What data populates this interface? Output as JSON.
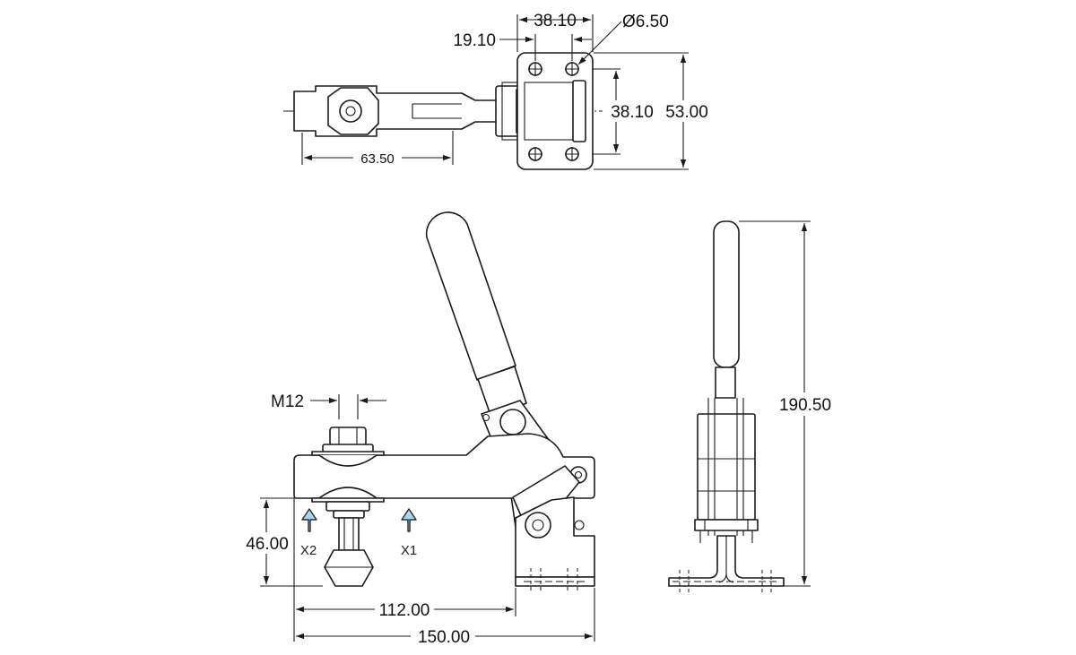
{
  "dimensions": {
    "top_width_38_10": "38.10",
    "top_offset_19_10": "19.10",
    "hole_diameter": "Ø6.50",
    "hole_spacing_38_10": "38.10",
    "base_height_53_00": "53.00",
    "arm_length_63_50": "63.50",
    "thread_size": "M12",
    "spindle_height": "46.00",
    "length_112_00": "112.00",
    "overall_length": "150.00",
    "overall_height": "190.50"
  },
  "force_labels": {
    "x1": "X1",
    "x2": "X2"
  },
  "colors": {
    "line": "#1a1a1a",
    "force_arrow_fill": "#a9d4ee",
    "force_arrow_stroke": "#2b2b2b"
  }
}
